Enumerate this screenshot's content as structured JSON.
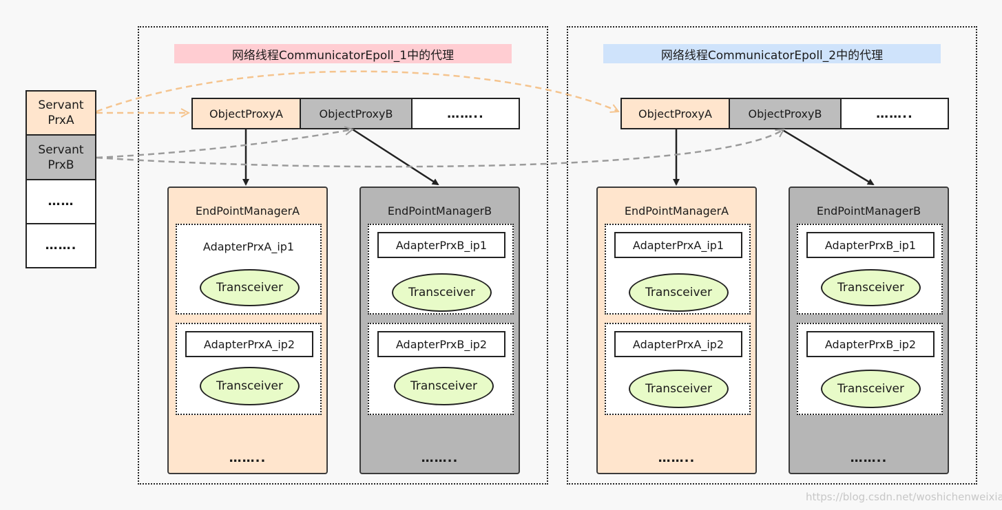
{
  "threads": [
    {
      "title": "网络线程CommunicatorEpoll_1中的代理",
      "title_color": "#ffcdd2"
    },
    {
      "title": "网络线程CommunicatorEpoll_2中的代理",
      "title_color": "#cfe3fb"
    }
  ],
  "servants": [
    {
      "line1": "Servant",
      "line2": "PrxA"
    },
    {
      "line1": "Servant",
      "line2": "PrxB"
    },
    {
      "label": "……"
    },
    {
      "label": "……."
    }
  ],
  "proxy": {
    "a": "ObjectProxyA",
    "b": "ObjectProxyB",
    "more": "…….."
  },
  "epm": {
    "a": "EndPointManagerA",
    "b": "EndPointManagerB",
    "more": "……..",
    "transceiver": "Transceiver",
    "adapters_a": [
      "AdapterPrxA_ip1",
      "AdapterPrxA_ip2"
    ],
    "adapters_b": [
      "AdapterPrxB_ip1",
      "AdapterPrxB_ip2"
    ]
  },
  "colors": {
    "servant_a": "#ffe5cd",
    "servant_b": "#bdbdbd",
    "transceiver": "#e8fbc8",
    "arrow_orange": "#f5c48e",
    "arrow_gray": "#9b9b9b"
  },
  "watermark": "https://blog.csdn.net/woshichenweixian"
}
